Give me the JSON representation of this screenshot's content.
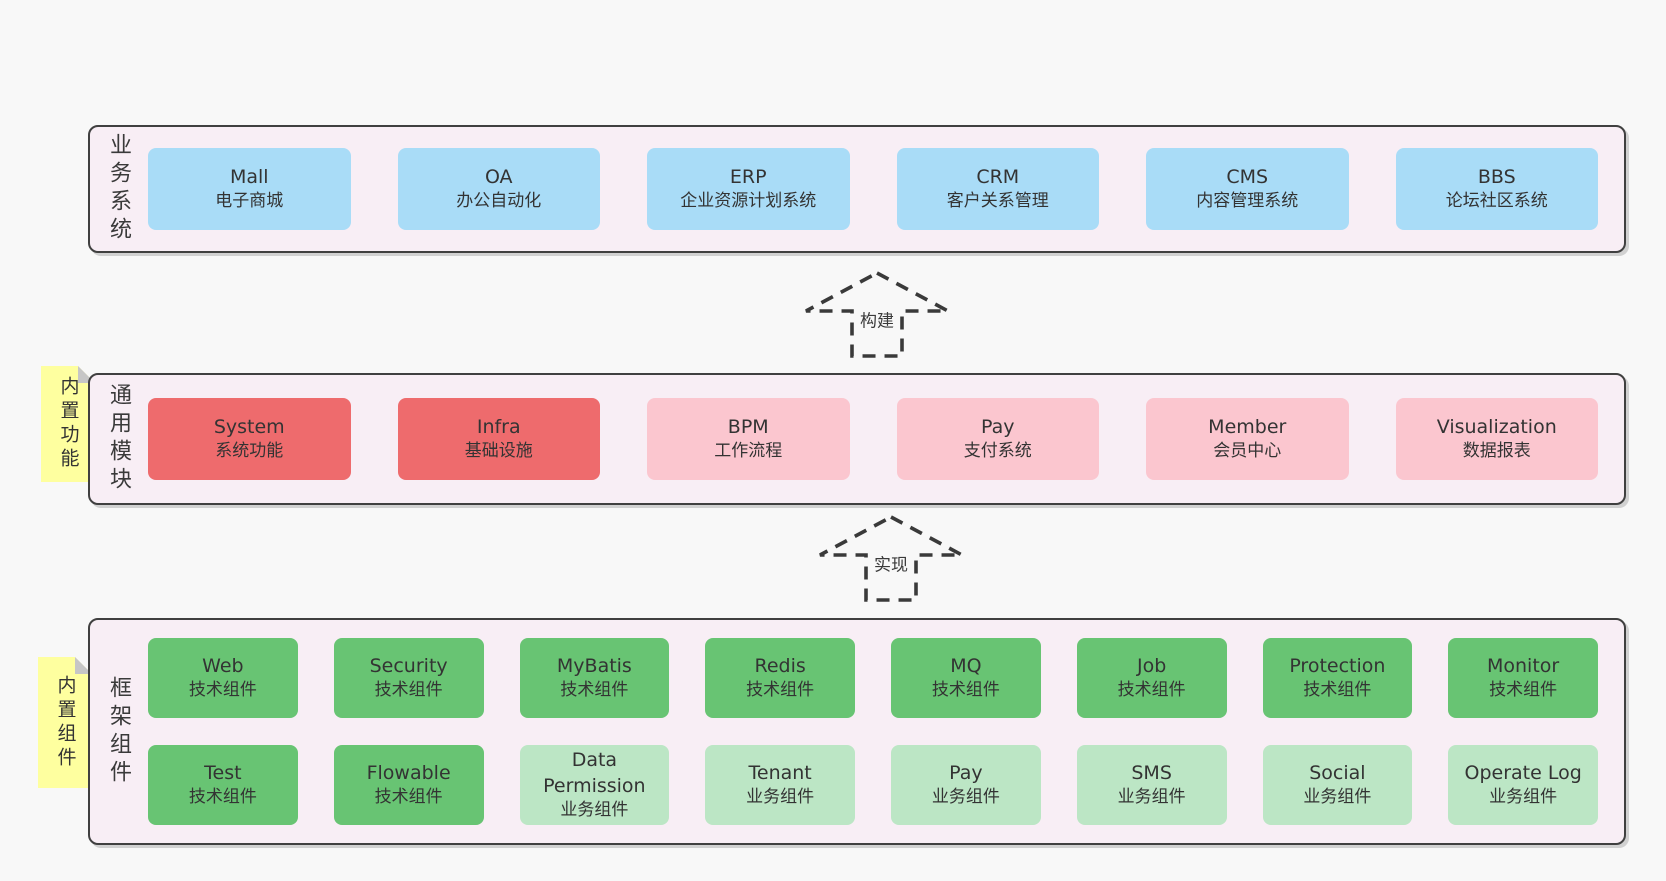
{
  "colors": {
    "page_bg": "#f8f8f8",
    "panel_bg": "#f8eef5",
    "panel_border": "#404040",
    "business_box_blue": "#a9dcf7",
    "core_module_red": "#ee6b6d",
    "optional_module_pink": "#fbc6cf",
    "tech_component_green": "#68c473",
    "biz_component_light_green": "#bce6c5",
    "sticky_note_yellow": "#feff9f",
    "sticky_note_fold_gray": "#c6c6c6",
    "text": "#333333",
    "arrow_stroke": "#3a3a3a"
  },
  "notes": [
    {
      "text": "内置功能"
    },
    {
      "text": "内置组件"
    }
  ],
  "arrows": [
    {
      "label": "构建"
    },
    {
      "label": "实现"
    }
  ],
  "bands": [
    {
      "label": "业务系统",
      "rows": [
        [
          {
            "en": "Mall",
            "zh": "电子商城"
          },
          {
            "en": "OA",
            "zh": "办公自动化"
          },
          {
            "en": "ERP",
            "zh": "企业资源计划系统"
          },
          {
            "en": "CRM",
            "zh": "客户关系管理"
          },
          {
            "en": "CMS",
            "zh": "内容管理系统"
          },
          {
            "en": "BBS",
            "zh": "论坛社区系统"
          }
        ]
      ]
    },
    {
      "label": "通用模块",
      "rows": [
        [
          {
            "en": "System",
            "zh": "系统功能"
          },
          {
            "en": "Infra",
            "zh": "基础设施"
          },
          {
            "en": "BPM",
            "zh": "工作流程"
          },
          {
            "en": "Pay",
            "zh": "支付系统"
          },
          {
            "en": "Member",
            "zh": "会员中心"
          },
          {
            "en": "Visualization",
            "zh": "数据报表"
          }
        ]
      ]
    },
    {
      "label": "框架组件",
      "rows": [
        [
          {
            "en": "Web",
            "zh": "技术组件"
          },
          {
            "en": "Security",
            "zh": "技术组件"
          },
          {
            "en": "MyBatis",
            "zh": "技术组件"
          },
          {
            "en": "Redis",
            "zh": "技术组件"
          },
          {
            "en": "MQ",
            "zh": "技术组件"
          },
          {
            "en": "Job",
            "zh": "技术组件"
          },
          {
            "en": "Protection",
            "zh": "技术组件"
          },
          {
            "en": "Monitor",
            "zh": "技术组件"
          }
        ],
        [
          {
            "en": "Test",
            "zh": "技术组件"
          },
          {
            "en": "Flowable",
            "zh": "技术组件"
          },
          {
            "en": "Data Permission",
            "zh": "业务组件"
          },
          {
            "en": "Tenant",
            "zh": "业务组件"
          },
          {
            "en": "Pay",
            "zh": "业务组件"
          },
          {
            "en": "SMS",
            "zh": "业务组件"
          },
          {
            "en": "Social",
            "zh": "业务组件"
          },
          {
            "en": "Operate Log",
            "zh": "业务组件"
          }
        ]
      ]
    }
  ]
}
